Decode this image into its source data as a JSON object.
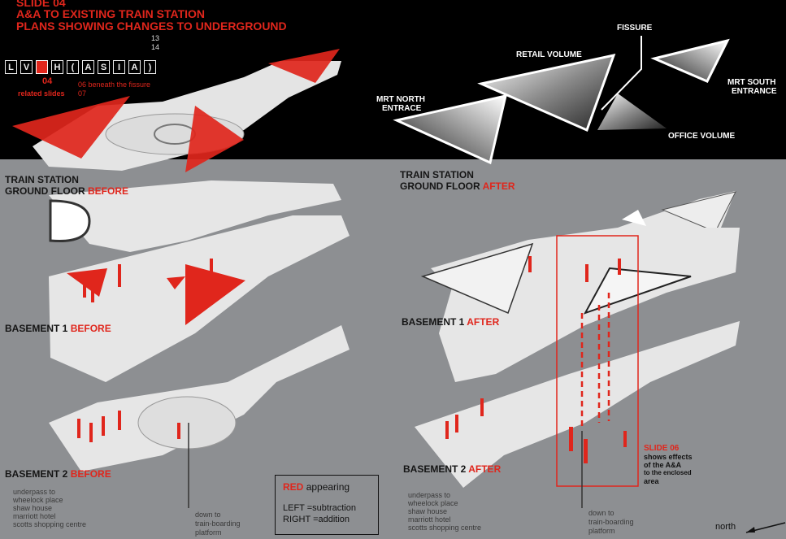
{
  "slide": {
    "title_line0": "SLIDE 04",
    "title_line1": "A&A TO EXISTING TRAIN STATION",
    "title_line2": "PLANS SHOWING CHANGES TO UNDERGROUND",
    "num_13": "13",
    "num_14": "14"
  },
  "nav": {
    "letters": [
      "L",
      "V",
      "",
      "H",
      "(",
      "A",
      "S",
      "I",
      "A",
      ")"
    ],
    "current": "04",
    "related_label": "related slides",
    "related_1": "06 beneath the fissure",
    "related_2": "07"
  },
  "volumes": {
    "fissure": "FISSURE",
    "retail": "RETAIL VOLUME",
    "mrt_north_1": "MRT NORTH",
    "mrt_north_2": "ENTRACE",
    "mrt_south_1": "MRT SOUTH",
    "mrt_south_2": "ENTRANCE",
    "office": "OFFICE VOLUME"
  },
  "plans": {
    "before_ground_1": "TRAIN STATION",
    "before_ground_2": "GROUND FLOOR",
    "before_word": "BEFORE",
    "after_ground_1": "TRAIN STATION",
    "after_ground_2": "GROUND FLOOR",
    "after_word": "AFTER",
    "basement1": "BASEMENT 1",
    "basement2": "BASEMENT 2"
  },
  "notes": {
    "left_underpass": [
      "underpass to",
      "wheelock place",
      "shaw house",
      "marriott hotel",
      "scotts shopping centre"
    ],
    "right_underpass": [
      "underpass to",
      "wheelock place",
      "shaw house",
      "marriott hotel",
      "scotts shopping centre"
    ],
    "down_left_1": "down to",
    "down_left_2": "train-boarding",
    "down_left_3": "platform",
    "down_right_1": "down to",
    "down_right_2": "train-boarding",
    "down_right_3": "platform",
    "slide06_1": "SLIDE 06",
    "slide06_2": "shows effects",
    "slide06_3": "of the A&A",
    "slide06_4": "to the enclosed",
    "slide06_5": "area",
    "north": "north"
  },
  "legend": {
    "red_word": "RED",
    "appearing": "appearing",
    "left_line": "LEFT   =subtraction",
    "right_line": "RIGHT =addition"
  },
  "colors": {
    "red": "#e0261c",
    "panel_grey": "#8d8f92",
    "plan_white": "#e6e6e6",
    "black": "#000000"
  }
}
